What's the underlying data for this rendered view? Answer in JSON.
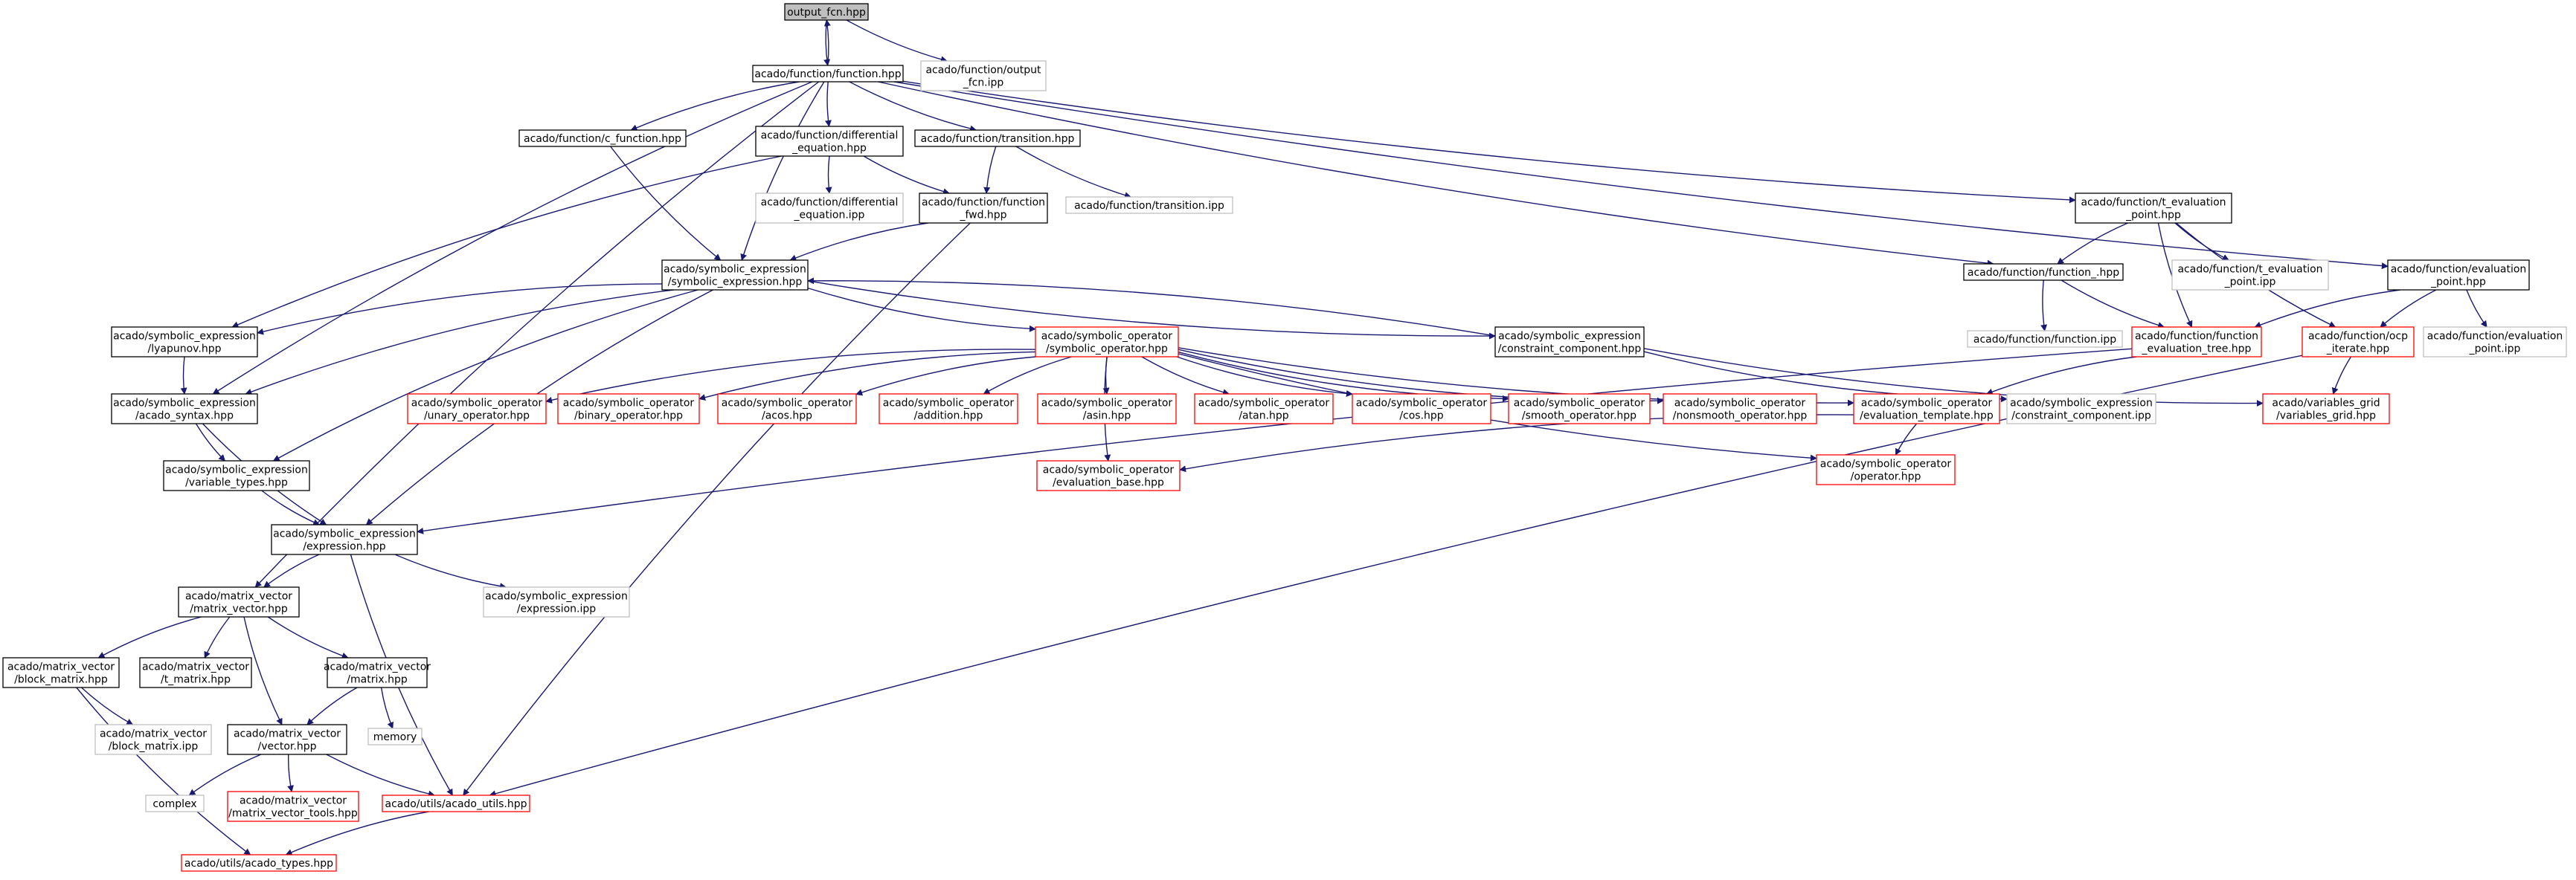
{
  "colors": {
    "edge": "#191970",
    "root_fill": "#bfbfbf",
    "node_border": "#000000",
    "incomplete_border": "#ff0000",
    "external_border": "#bfbfbf",
    "text": "#000000"
  },
  "nodes": [
    {
      "id": "output_fcn_hpp",
      "lines": [
        "output_fcn.hpp"
      ],
      "kind": "root"
    },
    {
      "id": "function_hpp",
      "lines": [
        "acado/function/function.hpp"
      ],
      "kind": "normal"
    },
    {
      "id": "output_fcn_ipp",
      "lines": [
        "acado/function/output",
        "_fcn.ipp"
      ],
      "kind": "external"
    },
    {
      "id": "c_function_hpp",
      "lines": [
        "acado/function/c_function.hpp"
      ],
      "kind": "normal"
    },
    {
      "id": "differential_equation_hpp",
      "lines": [
        "acado/function/differential",
        "_equation.hpp"
      ],
      "kind": "normal"
    },
    {
      "id": "transition_hpp",
      "lines": [
        "acado/function/transition.hpp"
      ],
      "kind": "normal"
    },
    {
      "id": "differential_equation_ipp",
      "lines": [
        "acado/function/differential",
        "_equation.ipp"
      ],
      "kind": "external"
    },
    {
      "id": "function_fwd_hpp",
      "lines": [
        "acado/function/function",
        "_fwd.hpp"
      ],
      "kind": "normal"
    },
    {
      "id": "transition_ipp",
      "lines": [
        "acado/function/transition.ipp"
      ],
      "kind": "external"
    },
    {
      "id": "t_evaluation_point_hpp",
      "lines": [
        "acado/function/t_evaluation",
        "_point.hpp"
      ],
      "kind": "normal"
    },
    {
      "id": "evaluation_point_hpp",
      "lines": [
        "acado/function/evaluation",
        "_point.hpp"
      ],
      "kind": "normal"
    },
    {
      "id": "function__hpp",
      "lines": [
        "acado/function/function_.hpp"
      ],
      "kind": "normal"
    },
    {
      "id": "t_evaluation_point_ipp",
      "lines": [
        "acado/function/t_evaluation",
        "_point.ipp"
      ],
      "kind": "external"
    },
    {
      "id": "function_ipp",
      "lines": [
        "acado/function/function.ipp"
      ],
      "kind": "external"
    },
    {
      "id": "function_evaluation_tree_hpp",
      "lines": [
        "acado/function/function",
        "_evaluation_tree.hpp"
      ],
      "kind": "incomplete"
    },
    {
      "id": "ocp_iterate_hpp",
      "lines": [
        "acado/function/ocp",
        "_iterate.hpp"
      ],
      "kind": "incomplete"
    },
    {
      "id": "evaluation_point_ipp",
      "lines": [
        "acado/function/evaluation",
        "_point.ipp"
      ],
      "kind": "external"
    },
    {
      "id": "variables_grid_hpp",
      "lines": [
        "acado/variables_grid",
        "/variables_grid.hpp"
      ],
      "kind": "incomplete"
    },
    {
      "id": "symbolic_expression_hpp",
      "lines": [
        "acado/symbolic_expression",
        "/symbolic_expression.hpp"
      ],
      "kind": "normal"
    },
    {
      "id": "lyapunov_hpp",
      "lines": [
        "acado/symbolic_expression",
        "/lyapunov.hpp"
      ],
      "kind": "normal"
    },
    {
      "id": "acado_syntax_hpp",
      "lines": [
        "acado/symbolic_expression",
        "/acado_syntax.hpp"
      ],
      "kind": "normal"
    },
    {
      "id": "symbolic_operator_hpp",
      "lines": [
        "acado/symbolic_operator",
        "/symbolic_operator.hpp"
      ],
      "kind": "incomplete"
    },
    {
      "id": "constraint_component_hpp",
      "lines": [
        "acado/symbolic_expression",
        "/constraint_component.hpp"
      ],
      "kind": "normal"
    },
    {
      "id": "unary_operator_hpp",
      "lines": [
        "acado/symbolic_operator",
        "/unary_operator.hpp"
      ],
      "kind": "incomplete"
    },
    {
      "id": "binary_operator_hpp",
      "lines": [
        "acado/symbolic_operator",
        "/binary_operator.hpp"
      ],
      "kind": "incomplete"
    },
    {
      "id": "acos_hpp",
      "lines": [
        "acado/symbolic_operator",
        "/acos.hpp"
      ],
      "kind": "incomplete"
    },
    {
      "id": "addition_hpp",
      "lines": [
        "acado/symbolic_operator",
        "/addition.hpp"
      ],
      "kind": "incomplete"
    },
    {
      "id": "asin_hpp",
      "lines": [
        "acado/symbolic_operator",
        "/asin.hpp"
      ],
      "kind": "incomplete"
    },
    {
      "id": "atan_hpp",
      "lines": [
        "acado/symbolic_operator",
        "/atan.hpp"
      ],
      "kind": "incomplete"
    },
    {
      "id": "cos_hpp",
      "lines": [
        "acado/symbolic_operator",
        "/cos.hpp"
      ],
      "kind": "incomplete"
    },
    {
      "id": "smooth_operator_hpp",
      "lines": [
        "acado/symbolic_operator",
        "/smooth_operator.hpp"
      ],
      "kind": "incomplete"
    },
    {
      "id": "nonsmooth_operator_hpp",
      "lines": [
        "acado/symbolic_operator",
        "/nonsmooth_operator.hpp"
      ],
      "kind": "incomplete"
    },
    {
      "id": "evaluation_template_hpp",
      "lines": [
        "acado/symbolic_operator",
        "/evaluation_template.hpp"
      ],
      "kind": "incomplete"
    },
    {
      "id": "constraint_component_ipp",
      "lines": [
        "acado/symbolic_expression",
        "/constraint_component.ipp"
      ],
      "kind": "external"
    },
    {
      "id": "variable_types_hpp",
      "lines": [
        "acado/symbolic_expression",
        "/variable_types.hpp"
      ],
      "kind": "normal"
    },
    {
      "id": "evaluation_base_hpp",
      "lines": [
        "acado/symbolic_operator",
        "/evaluation_base.hpp"
      ],
      "kind": "incomplete"
    },
    {
      "id": "operator_hpp",
      "lines": [
        "acado/symbolic_operator",
        "/operator.hpp"
      ],
      "kind": "incomplete"
    },
    {
      "id": "expression_hpp",
      "lines": [
        "acado/symbolic_expression",
        "/expression.hpp"
      ],
      "kind": "normal"
    },
    {
      "id": "expression_ipp",
      "lines": [
        "acado/symbolic_expression",
        "/expression.ipp"
      ],
      "kind": "external"
    },
    {
      "id": "matrix_vector_hpp",
      "lines": [
        "acado/matrix_vector",
        "/matrix_vector.hpp"
      ],
      "kind": "normal"
    },
    {
      "id": "block_matrix_hpp",
      "lines": [
        "acado/matrix_vector",
        "/block_matrix.hpp"
      ],
      "kind": "normal"
    },
    {
      "id": "t_matrix_hpp",
      "lines": [
        "acado/matrix_vector",
        "/t_matrix.hpp"
      ],
      "kind": "normal"
    },
    {
      "id": "matrix_hpp",
      "lines": [
        "acado/matrix_vector",
        "/matrix.hpp"
      ],
      "kind": "normal"
    },
    {
      "id": "block_matrix_ipp",
      "lines": [
        "acado/matrix_vector",
        "/block_matrix.ipp"
      ],
      "kind": "external"
    },
    {
      "id": "vector_hpp",
      "lines": [
        "acado/matrix_vector",
        "/vector.hpp"
      ],
      "kind": "normal"
    },
    {
      "id": "memory",
      "lines": [
        "memory"
      ],
      "kind": "external"
    },
    {
      "id": "complex",
      "lines": [
        "complex"
      ],
      "kind": "external"
    },
    {
      "id": "matrix_vector_tools_hpp",
      "lines": [
        "acado/matrix_vector",
        "/matrix_vector_tools.hpp"
      ],
      "kind": "incomplete"
    },
    {
      "id": "acado_utils_hpp",
      "lines": [
        "acado/utils/acado_utils.hpp"
      ],
      "kind": "incomplete"
    },
    {
      "id": "acado_types_hpp",
      "lines": [
        "acado/utils/acado_types.hpp"
      ],
      "kind": "incomplete"
    }
  ],
  "edges": [
    [
      "output_fcn_hpp",
      "function_hpp"
    ],
    [
      "function_hpp",
      "output_fcn_hpp"
    ],
    [
      "output_fcn_hpp",
      "output_fcn_ipp"
    ],
    [
      "function_hpp",
      "c_function_hpp"
    ],
    [
      "function_hpp",
      "differential_equation_hpp"
    ],
    [
      "function_hpp",
      "transition_hpp"
    ],
    [
      "function_hpp",
      "symbolic_expression_hpp"
    ],
    [
      "function_hpp",
      "acado_syntax_hpp"
    ],
    [
      "function_hpp",
      "matrix_vector_hpp"
    ],
    [
      "function_hpp",
      "t_evaluation_point_hpp"
    ],
    [
      "function_hpp",
      "evaluation_point_hpp"
    ],
    [
      "function_hpp",
      "function__hpp"
    ],
    [
      "c_function_hpp",
      "symbolic_expression_hpp"
    ],
    [
      "differential_equation_hpp",
      "differential_equation_ipp"
    ],
    [
      "differential_equation_hpp",
      "function_fwd_hpp"
    ],
    [
      "differential_equation_hpp",
      "lyapunov_hpp"
    ],
    [
      "transition_hpp",
      "function_fwd_hpp"
    ],
    [
      "transition_hpp",
      "transition_ipp"
    ],
    [
      "function_fwd_hpp",
      "symbolic_expression_hpp"
    ],
    [
      "function_fwd_hpp",
      "acado_utils_hpp"
    ],
    [
      "t_evaluation_point_hpp",
      "function__hpp"
    ],
    [
      "t_evaluation_point_hpp",
      "t_evaluation_point_ipp"
    ],
    [
      "t_evaluation_point_hpp",
      "function_evaluation_tree_hpp"
    ],
    [
      "t_evaluation_point_hpp",
      "ocp_iterate_hpp"
    ],
    [
      "evaluation_point_hpp",
      "function_evaluation_tree_hpp"
    ],
    [
      "evaluation_point_hpp",
      "ocp_iterate_hpp"
    ],
    [
      "evaluation_point_hpp",
      "evaluation_point_ipp"
    ],
    [
      "function__hpp",
      "function_ipp"
    ],
    [
      "function__hpp",
      "function_evaluation_tree_hpp"
    ],
    [
      "function_evaluation_tree_hpp",
      "evaluation_template_hpp"
    ],
    [
      "function_evaluation_tree_hpp",
      "expression_hpp"
    ],
    [
      "ocp_iterate_hpp",
      "variables_grid_hpp"
    ],
    [
      "ocp_iterate_hpp",
      "acado_utils_hpp"
    ],
    [
      "symbolic_expression_hpp",
      "lyapunov_hpp"
    ],
    [
      "symbolic_expression_hpp",
      "acado_syntax_hpp"
    ],
    [
      "symbolic_expression_hpp",
      "variable_types_hpp"
    ],
    [
      "symbolic_expression_hpp",
      "expression_hpp"
    ],
    [
      "symbolic_expression_hpp",
      "symbolic_operator_hpp"
    ],
    [
      "symbolic_expression_hpp",
      "constraint_component_hpp"
    ],
    [
      "constraint_component_hpp",
      "symbolic_expression_hpp"
    ],
    [
      "constraint_component_hpp",
      "constraint_component_ipp"
    ],
    [
      "constraint_component_hpp",
      "variables_grid_hpp"
    ],
    [
      "lyapunov_hpp",
      "acado_syntax_hpp"
    ],
    [
      "acado_syntax_hpp",
      "variable_types_hpp"
    ],
    [
      "acado_syntax_hpp",
      "expression_hpp"
    ],
    [
      "variable_types_hpp",
      "expression_hpp"
    ],
    [
      "symbolic_operator_hpp",
      "unary_operator_hpp"
    ],
    [
      "symbolic_operator_hpp",
      "binary_operator_hpp"
    ],
    [
      "symbolic_operator_hpp",
      "acos_hpp"
    ],
    [
      "symbolic_operator_hpp",
      "addition_hpp"
    ],
    [
      "symbolic_operator_hpp",
      "asin_hpp"
    ],
    [
      "symbolic_operator_hpp",
      "atan_hpp"
    ],
    [
      "symbolic_operator_hpp",
      "cos_hpp"
    ],
    [
      "symbolic_operator_hpp",
      "smooth_operator_hpp"
    ],
    [
      "symbolic_operator_hpp",
      "nonsmooth_operator_hpp"
    ],
    [
      "symbolic_operator_hpp",
      "evaluation_template_hpp"
    ],
    [
      "symbolic_operator_hpp",
      "evaluation_base_hpp"
    ],
    [
      "symbolic_operator_hpp",
      "operator_hpp"
    ],
    [
      "evaluation_template_hpp",
      "evaluation_base_hpp"
    ],
    [
      "evaluation_template_hpp",
      "operator_hpp"
    ],
    [
      "expression_hpp",
      "matrix_vector_hpp"
    ],
    [
      "expression_hpp",
      "expression_ipp"
    ],
    [
      "expression_hpp",
      "acado_utils_hpp"
    ],
    [
      "matrix_vector_hpp",
      "block_matrix_hpp"
    ],
    [
      "matrix_vector_hpp",
      "t_matrix_hpp"
    ],
    [
      "matrix_vector_hpp",
      "matrix_hpp"
    ],
    [
      "matrix_vector_hpp",
      "vector_hpp"
    ],
    [
      "block_matrix_hpp",
      "block_matrix_ipp"
    ],
    [
      "block_matrix_hpp",
      "acado_types_hpp"
    ],
    [
      "matrix_hpp",
      "vector_hpp"
    ],
    [
      "matrix_hpp",
      "memory"
    ],
    [
      "vector_hpp",
      "complex"
    ],
    [
      "vector_hpp",
      "matrix_vector_tools_hpp"
    ],
    [
      "vector_hpp",
      "acado_utils_hpp"
    ],
    [
      "acado_utils_hpp",
      "acado_types_hpp"
    ]
  ]
}
